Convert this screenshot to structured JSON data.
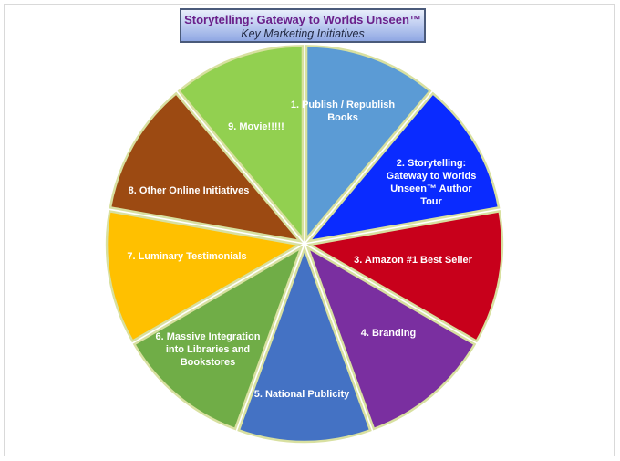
{
  "header": {
    "title": "Storytelling: Gateway to Worlds Unseen™",
    "subtitle": "Key Marketing Initiatives"
  },
  "chart_data": {
    "type": "pie",
    "title": "Storytelling: Gateway to Worlds Unseen™",
    "subtitle": "Key Marketing Initiatives",
    "legend": "none",
    "slices": [
      {
        "label": "1. Publish / Republish Books",
        "value": 1,
        "color": "#5b9bd5"
      },
      {
        "label": "2. Storytelling: Gateway to Worlds Unseen™ Author Tour",
        "value": 1,
        "color": "#0a2bff"
      },
      {
        "label": "3. Amazon #1 Best Seller",
        "value": 1,
        "color": "#c8001b"
      },
      {
        "label": "4. Branding",
        "value": 1,
        "color": "#7a2fa0"
      },
      {
        "label": "5. National Publicity",
        "value": 1,
        "color": "#4472c4"
      },
      {
        "label": "6. Massive Integration into Libraries and Bookstores",
        "value": 1,
        "color": "#70ad47"
      },
      {
        "label": "7. Luminary Testimonials",
        "value": 1,
        "color": "#ffc000"
      },
      {
        "label": "8. Other Online Initiatives",
        "value": 1,
        "color": "#9c4a12"
      },
      {
        "label": "9. Movie!!!!!",
        "value": 1,
        "color": "#92d050"
      }
    ]
  }
}
